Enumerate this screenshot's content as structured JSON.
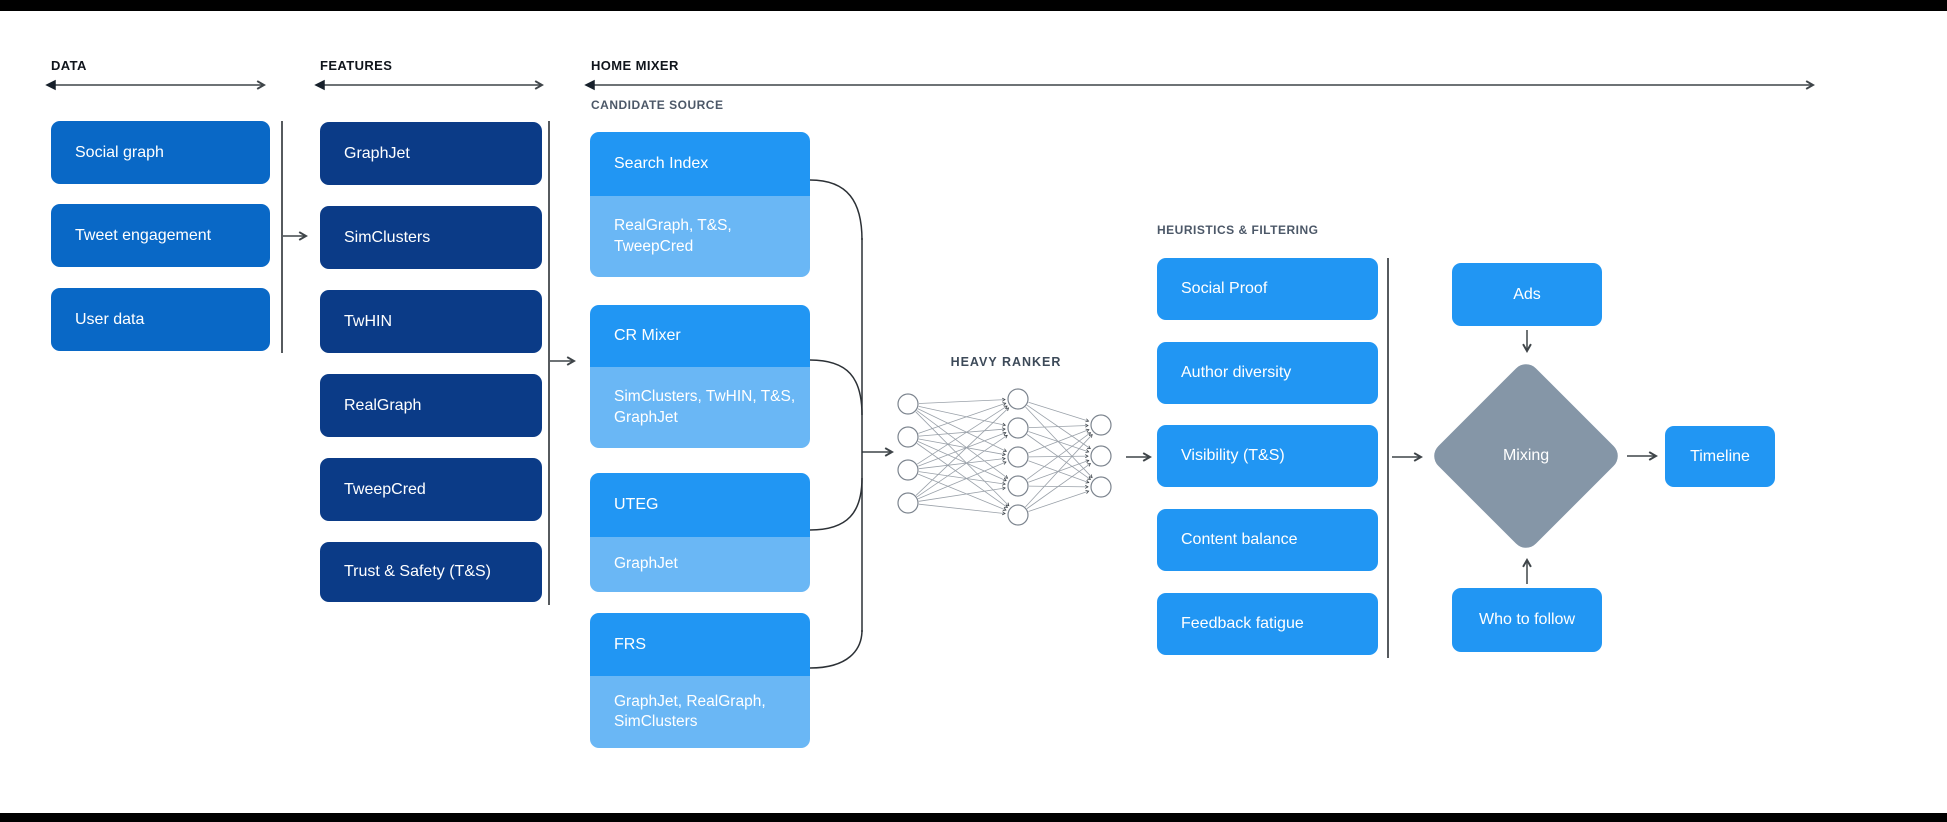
{
  "palette": {
    "bright_blue": "#2196F3",
    "light_blue": "#6AB7F5",
    "medium_blue": "#0968C6",
    "navy": "#0B3B87",
    "diamond_gray": "#8596A7",
    "line_dark": "#3F4549",
    "nn_line": "#9AA1A9"
  },
  "headers": {
    "data": "DATA",
    "features": "FEATURES",
    "home_mixer": "HOME MIXER"
  },
  "data_column": {
    "items": [
      "Social graph",
      "Tweet engagement",
      "User data"
    ]
  },
  "features_column": {
    "items": [
      "GraphJet",
      "SimClusters",
      "TwHIN",
      "RealGraph",
      "TweepCred",
      "Trust & Safety (T&S)"
    ]
  },
  "candidate_source": {
    "label": "CANDIDATE SOURCE",
    "groups": [
      {
        "title": "Search Index",
        "sub": "RealGraph, T&S, TweepCred"
      },
      {
        "title": "CR Mixer",
        "sub": "SimClusters, TwHIN, T&S, GraphJet"
      },
      {
        "title": "UTEG",
        "sub": "GraphJet"
      },
      {
        "title": "FRS",
        "sub": "GraphJet, RealGraph, SimClusters"
      }
    ]
  },
  "heavy_ranker": {
    "label": "HEAVY RANKER"
  },
  "heuristics": {
    "label": "HEURISTICS & FILTERING",
    "items": [
      "Social Proof",
      "Author diversity",
      "Visibility (T&S)",
      "Content balance",
      "Feedback fatigue"
    ]
  },
  "mixing": {
    "diamond": "Mixing",
    "top_input": "Ads",
    "bottom_input": "Who to follow",
    "output": "Timeline"
  }
}
